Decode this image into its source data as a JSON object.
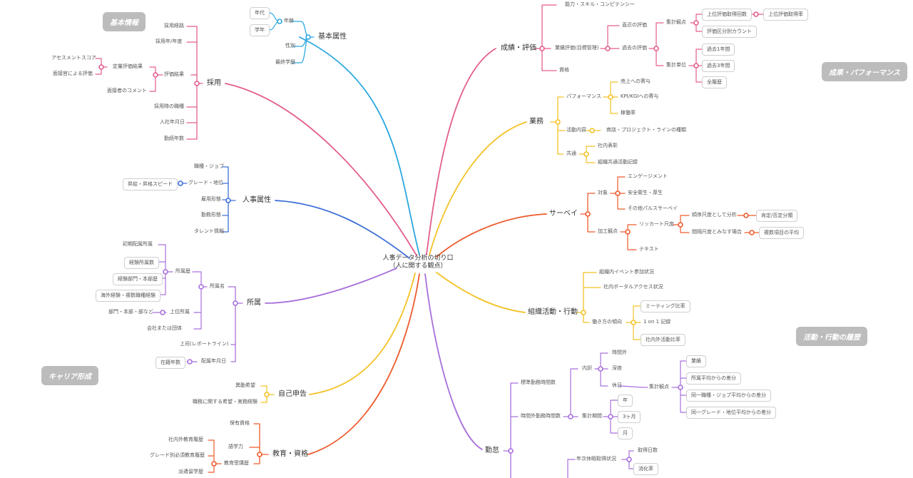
{
  "center": {
    "line1": "人事データ分析の切り口",
    "line2": "（人に関する観点）"
  },
  "badges": [
    "基本情報",
    "キャリア形成",
    "成果・パフォーマンス",
    "活動・行動の履歴"
  ],
  "colors": {
    "pink": "#e35d8f",
    "sky": "#2aa7e0",
    "blue": "#3c6fd8",
    "purple": "#a870db",
    "yellow": "#f4c227",
    "orange": "#ee5a2b",
    "dark": "#555555"
  },
  "branches": {
    "kihon": {
      "label": "基本属性",
      "nenrei": "年齢",
      "nendai": "年代",
      "gakunen": "学年",
      "seibetsu": "性別",
      "gakureki": "最終学歴"
    },
    "saiyo": {
      "label": "採用",
      "keiro": "採用経路",
      "nendo": "採用年/年度",
      "hyoka": "評価結果",
      "teiryo": "定量評価結果",
      "assess": "アセスメントスコア",
      "mensetsu": "面接官による評価",
      "comment": "面接者のコメント",
      "shokushu": "採用時の職種",
      "nyusha": "入社年月日",
      "kinzoku": "勤続年数"
    },
    "jinji": {
      "label": "人事属性",
      "shokuju": "職種・ジョブ",
      "grade": "グレード・地位",
      "shokyu": "昇給・昇格スピード",
      "koyo": "雇用形態",
      "kinmu": "勤務形態",
      "talent": "タレント情報"
    },
    "shozoku": {
      "label": "所属",
      "shozokumei": "所属名",
      "rireki": "所属歴",
      "shoki": "初期配属所属",
      "keiken": "経験所属数",
      "bumon": "経験部門・本部歴",
      "kaigai": "海外経験・複数職種経験",
      "joi": "上位所属",
      "bumonhon": "部門・本部・部など",
      "kaisha": "会社または団体",
      "joshi": "上司(レポートライン)",
      "haizoku": "配属年月日",
      "zaiseki": "在籍年数"
    },
    "jiko": {
      "label": "自己申告",
      "ido": "異動希望",
      "shokumu": "職務に関する希望・実務経験"
    },
    "kyoiku": {
      "label": "教育・資格",
      "hoyu": "保有資格",
      "gogaku": "語学力",
      "juko": "教育受講歴",
      "shagai": "社内外教育履歴",
      "gradebetsu": "グレード別必須教育履歴",
      "haken": "派遣留学歴"
    },
    "seiseki": {
      "label": "成績・評価",
      "noryoku": "能力・スキル・コンピテンシー",
      "gyoseki": "業績評価(目標管理)",
      "chokkin": "直近の評価",
      "kako": "過去の評価",
      "shukei": "集計観点",
      "joikaisu": "上位評価取得回数",
      "joiritsu": "上位評価取得率",
      "kubun": "評価区分別カウント",
      "tani": "集計単位",
      "y1": "過去1年間",
      "y3": "過去3年間",
      "zen": "全履歴",
      "shikaku": "資格"
    },
    "gyomu": {
      "label": "業務",
      "perf": "パフォーマンス",
      "uriage": "売上への寄与",
      "kpi": "KPI/KGIへの寄与",
      "kado": "稼働率",
      "naiyo": "活動内容",
      "shodan": "商談・プロジェクト・ラインの種類",
      "kyotsu": "共通",
      "hyosho": "社内表彰",
      "soshikikyotsu": "組織共通活動記録"
    },
    "survey": {
      "label": "サーベイ",
      "taisho": "対象",
      "engage": "エンゲージメント",
      "anzen": "安全衛生・厚生",
      "pulse": "その他パルスサーベイ",
      "kako": "加工観点",
      "likert": "リッカート尺度",
      "junjo": "順序尺度として分析",
      "kotei": "肯定/否定分類",
      "kankaku": "間隔尺度とみなす場合",
      "fukusu": "複数項目の平均",
      "text": "テキスト"
    },
    "soshiki": {
      "label": "組織活動・行動",
      "event": "組織内イベント参加状況",
      "portal": "社内ポータルアクセス状況",
      "hataraki": "働き方の傾向",
      "meeting": "ミーティング比率",
      "oneonone": "1 on 1 記録",
      "shagaikatsu": "社内外活動比率"
    },
    "kintai": {
      "label": "勤怠",
      "hyojun": "標準勤務時間数",
      "jikangai": "時間外勤務時間数",
      "uchiwake": "内訳",
      "jikangaiitem": "時間外",
      "shinya": "深夜",
      "kyujitsu": "休日",
      "shukeikanten": "集計観点",
      "gyoseki": "業績",
      "heikin": "所属平均からの差分",
      "shokushu": "同一職種・ジョブ平均からの差分",
      "grade": "同一グレード・地位平均からの差分",
      "kikan": "集計期間",
      "nen": "年",
      "tsuki3": "3ヶ月",
      "tsuki": "月",
      "nenkyu": "年次休暇取得状況",
      "nissu": "取得日数",
      "shoka": "消化率"
    }
  }
}
